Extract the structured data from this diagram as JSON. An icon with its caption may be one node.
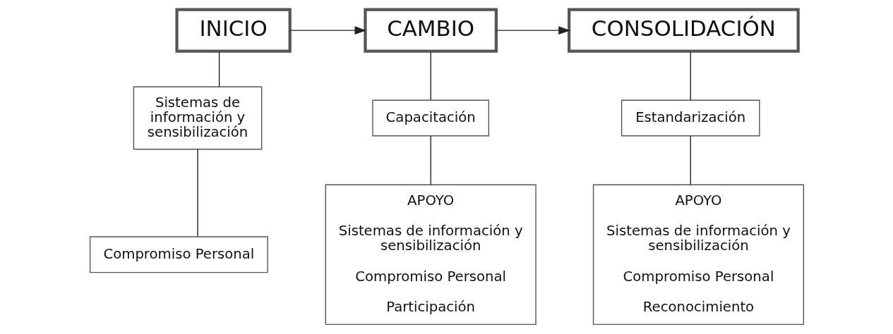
{
  "diagram": {
    "nodes": [
      {
        "text": [
          "INICIO"
        ]
      },
      {
        "text": [
          "CAMBIO"
        ]
      },
      {
        "text": [
          "CONSOLIDACIÓN"
        ]
      },
      {
        "text": [
          "Sistemas de información y sensibilización"
        ]
      },
      {
        "text": [
          "Compromiso Personal"
        ]
      },
      {
        "text": [
          "Capacitación"
        ]
      },
      {
        "text": [
          "APOYO",
          "Sistemas de información y sensibilización",
          "Compromiso Personal",
          "Participación"
        ]
      },
      {
        "text": [
          "Estandarización"
        ]
      },
      {
        "text": [
          "APOYO",
          "Sistemas de información y sensibilización",
          "Compromiso Personal",
          "Reconocimiento"
        ]
      }
    ],
    "edges": [
      {
        "from": 0,
        "to": 1,
        "arrow": "to"
      },
      {
        "from": 1,
        "to": 2,
        "arrow": "to"
      },
      {
        "from": 0,
        "to": 3,
        "arrow": "none"
      },
      {
        "from": 3,
        "to": 4,
        "arrow": "none"
      },
      {
        "from": 1,
        "to": 5,
        "arrow": "none"
      },
      {
        "from": 5,
        "to": 6,
        "arrow": "none"
      },
      {
        "from": 2,
        "to": 7,
        "arrow": "none"
      },
      {
        "from": 7,
        "to": 8,
        "arrow": "none"
      }
    ]
  }
}
